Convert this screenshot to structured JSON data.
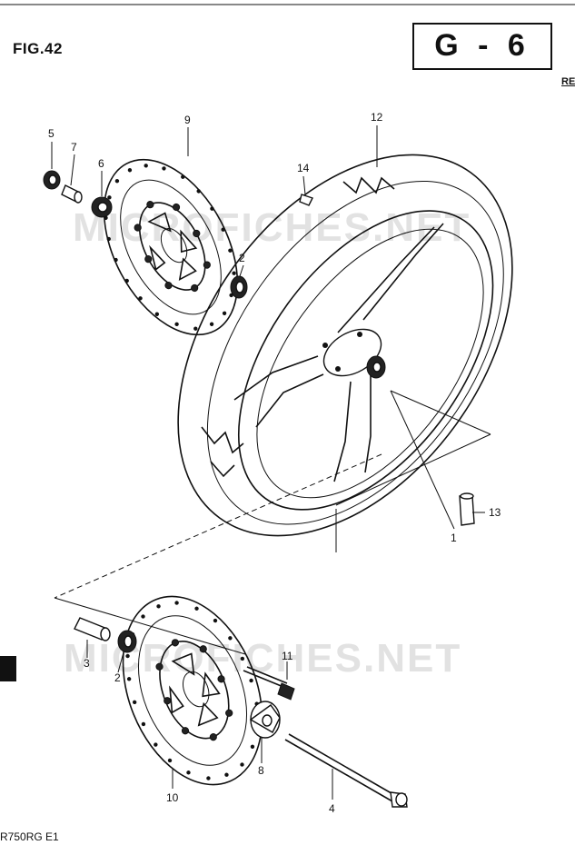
{
  "header": {
    "fig_label": "FIG.42",
    "page_code": "G - 6",
    "ref_text": "RE"
  },
  "footer": {
    "model_code": "R750RG E1"
  },
  "watermarks": [
    "MICROFICHES.NET",
    "MICROFICHES.NET"
  ],
  "callouts": {
    "c1": "1",
    "c2a": "2",
    "c2b": "2",
    "c3": "3",
    "c4": "4",
    "c5": "5",
    "c6": "6",
    "c7": "7",
    "c8": "8",
    "c9": "9",
    "c10": "10",
    "c11": "11",
    "c12": "12",
    "c13": "13",
    "c14": "14"
  }
}
